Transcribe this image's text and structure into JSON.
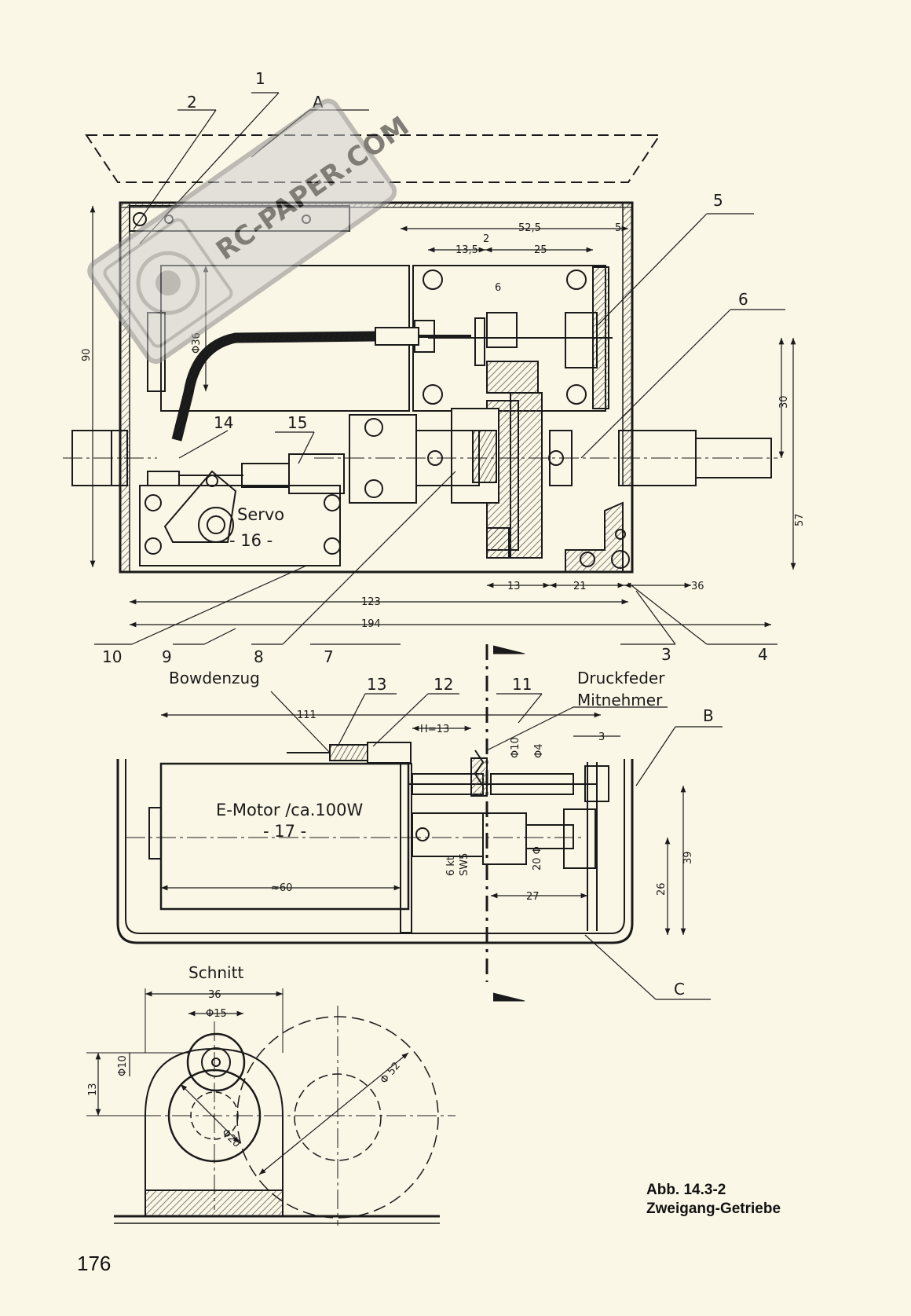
{
  "page_number": "176",
  "caption": {
    "line1": "Abb. 14.3-2",
    "line2": "Zweigang-Getriebe"
  },
  "watermark": {
    "text": "RC-PAPER.COM",
    "color": "#9a9a9a"
  },
  "top_view": {
    "part_numbers": [
      "1",
      "2",
      "3",
      "4",
      "5",
      "6",
      "7",
      "8",
      "9",
      "10",
      "14",
      "15",
      "16"
    ],
    "letters": [
      "A"
    ],
    "servo_label": "Servo",
    "servo_num": "- 16 -",
    "dims": {
      "d52_5": "52,5",
      "d5": "5",
      "d13_5": "13,5",
      "d2": "2",
      "d25": "25",
      "d6": "6",
      "d36": "Φ36",
      "d90": "90",
      "d30": "30",
      "d57": "57",
      "d13": "13",
      "d21": "21",
      "d36b": "36",
      "d123": "123",
      "d194": "194"
    }
  },
  "side_view": {
    "bowdenzug": "Bowdenzug",
    "druckfeder": "Druckfeder",
    "mitnehmer": "Mitnehmer",
    "motor_label": "E-Motor /ca.100W",
    "motor_num": "- 17 -",
    "part_numbers": [
      "13",
      "12",
      "11"
    ],
    "letters": [
      "B",
      "C"
    ],
    "dims": {
      "d111": "111",
      "dh": "H=13",
      "d3": "3",
      "d10": "Φ10",
      "d4": "Φ4",
      "d39": "39",
      "d26": "26",
      "d60": "≈60",
      "d27": "27",
      "d20": "20 Φ",
      "sw1": "6 kt",
      "sw2": "SW5"
    }
  },
  "section_view": {
    "title": "Schnitt",
    "dims": {
      "d36": "36",
      "d15": "Φ15",
      "d10": "Φ10",
      "d13": "13",
      "d52": "Φ 52",
      "d20": "Φ20"
    }
  },
  "colors": {
    "paper": "#fbf7e6",
    "ink": "#1a1a1a",
    "hatch": "#555555"
  }
}
